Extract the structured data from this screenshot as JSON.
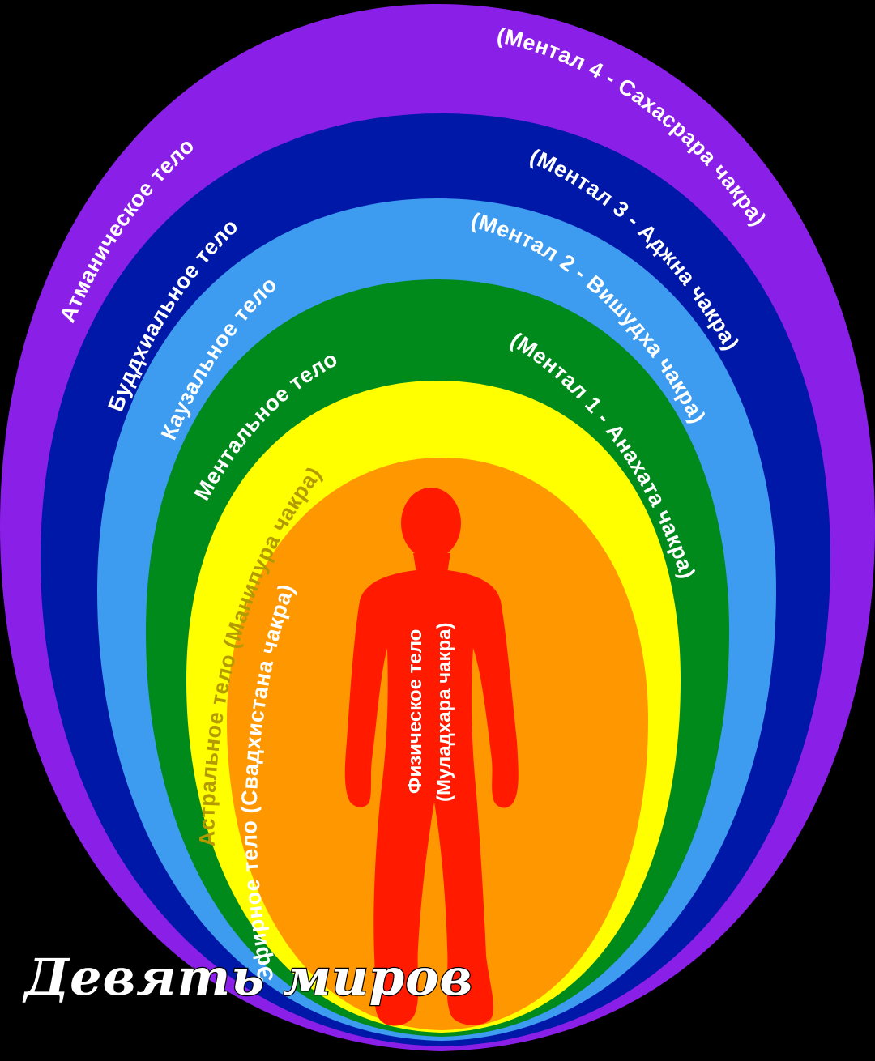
{
  "colors": {
    "background": "#000000",
    "atmanic": "#8a1fe8",
    "buddhic": "#0018a8",
    "causal": "#3d9bf0",
    "mental": "#008a1c",
    "astral": "#ffff00",
    "etheric": "#ff9800",
    "physical": "#ff1a00",
    "text_light": "#ffffff",
    "text_on_yellow": "#b39a00"
  },
  "layers": [
    {
      "id": "atmanic",
      "left_label": "Атманическое тело",
      "right_label": "(Ментал 4 - Сахасрара чакра)"
    },
    {
      "id": "buddhic",
      "left_label": "Буддхиальное тело",
      "right_label": "(Ментал 3 - Аджна  чакра)"
    },
    {
      "id": "causal",
      "left_label": "Каузальное тело",
      "right_label": "(Ментал 2 - Вишудха чакра)"
    },
    {
      "id": "mental",
      "left_label": "Ментальное тело",
      "right_label": "(Ментал 1 - Анахата чакра)"
    },
    {
      "id": "astral",
      "left_label": "Астральное тело (Манипура чакра)"
    },
    {
      "id": "etheric",
      "left_label": "Эфирное тело (Свадхистана чакра)"
    }
  ],
  "physical": {
    "line1": "Физическое тело",
    "line2": "(Муладхара чакра)",
    "figure_icon": "human-silhouette-icon"
  },
  "watermark": "Девять миров"
}
